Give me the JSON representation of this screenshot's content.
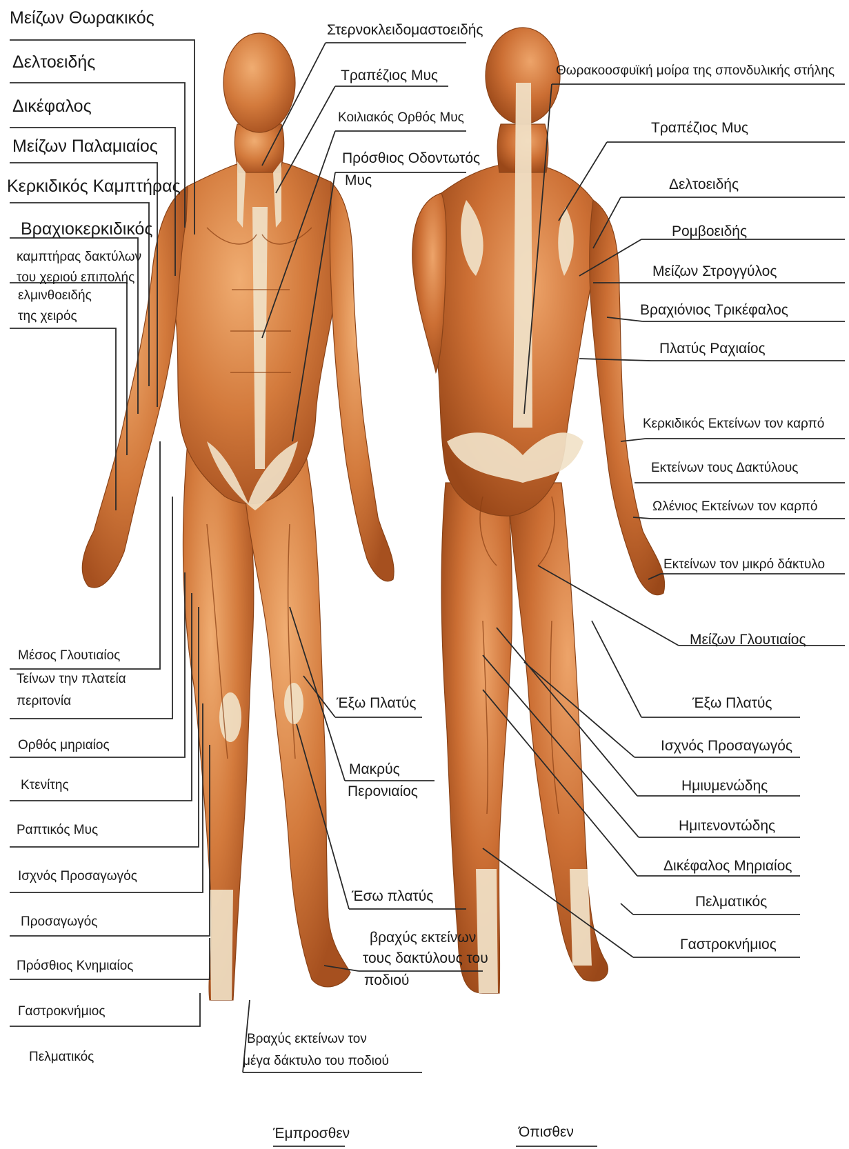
{
  "left_labels": [
    "Μείζων Θωρακικός",
    "Δελτοειδής",
    "Δικέφαλος",
    "Μείζων Παλαμιαίος",
    "Κερκιδικός Καμπτήρας",
    "Βραχιοκερκιδικός",
    "καμπτήρας δακτύλων",
    "του χεριού επιπολής",
    "ελμινθοειδής",
    "της χειρός",
    "Μέσος Γλουτιαίος",
    "Τείνων την πλατεία",
    "περιτονία",
    "Ορθός μηριαίος",
    "Κτενίτης",
    "Ραπτικός Μυς",
    "Ισχνός Προσαγωγός",
    "Προσαγωγός",
    "Πρόσθιος Κνημιαίος",
    "Γαστροκνήμιος",
    "Πελματικός"
  ],
  "center_labels": [
    "Στερνοκλειδομαστοειδής",
    "Τραπέζιος Μυς",
    "Κοιλιακός Ορθός Μυς",
    "Πρόσθιος Οδοντωτός",
    "Μυς",
    "Έξω Πλατύς",
    "Μακρύς",
    "Περονιαίος",
    "Έσω πλατύς",
    "βραχύς εκτείνων",
    "τους δακτύλους του",
    "ποδιού",
    "Βραχύς εκτείνων τον",
    "μέγα δάκτυλο του ποδιού"
  ],
  "right_labels": [
    "Θωρακοοσφυϊκή μοίρα της σπονδυλικής στήλης",
    "Τραπέζιος Μυς",
    "Δελτοειδής",
    "Ρομβοειδής",
    "Μείζων Στρογγύλος",
    "Βραχιόνιος Τρικέφαλος",
    "Πλατύς Ραχιαίος",
    "Κερκιδικός Εκτείνων τον καρπό",
    "Εκτείνων τους Δακτύλους",
    "Ωλένιος Εκτείνων τον καρπό",
    "Εκτείνων τον μικρό δάκτυλο",
    "Μείζων Γλουτιαίος",
    "Έξω Πλατύς",
    "Ισχνός Προσαγωγός",
    "Ημιυμενώδης",
    "Ημιτενοντώδης",
    "Δικέφαλος Μηριαίος",
    "Πελματικός",
    "Γαστροκνήμιος"
  ],
  "captions": {
    "front": "Έμπροσθεν",
    "back": "Όπισθεν"
  },
  "colors": {
    "muscle": "#c8662e",
    "muscle_light": "#e7a064",
    "tendon": "#f3e6cf",
    "line": "#2a2a2a"
  }
}
